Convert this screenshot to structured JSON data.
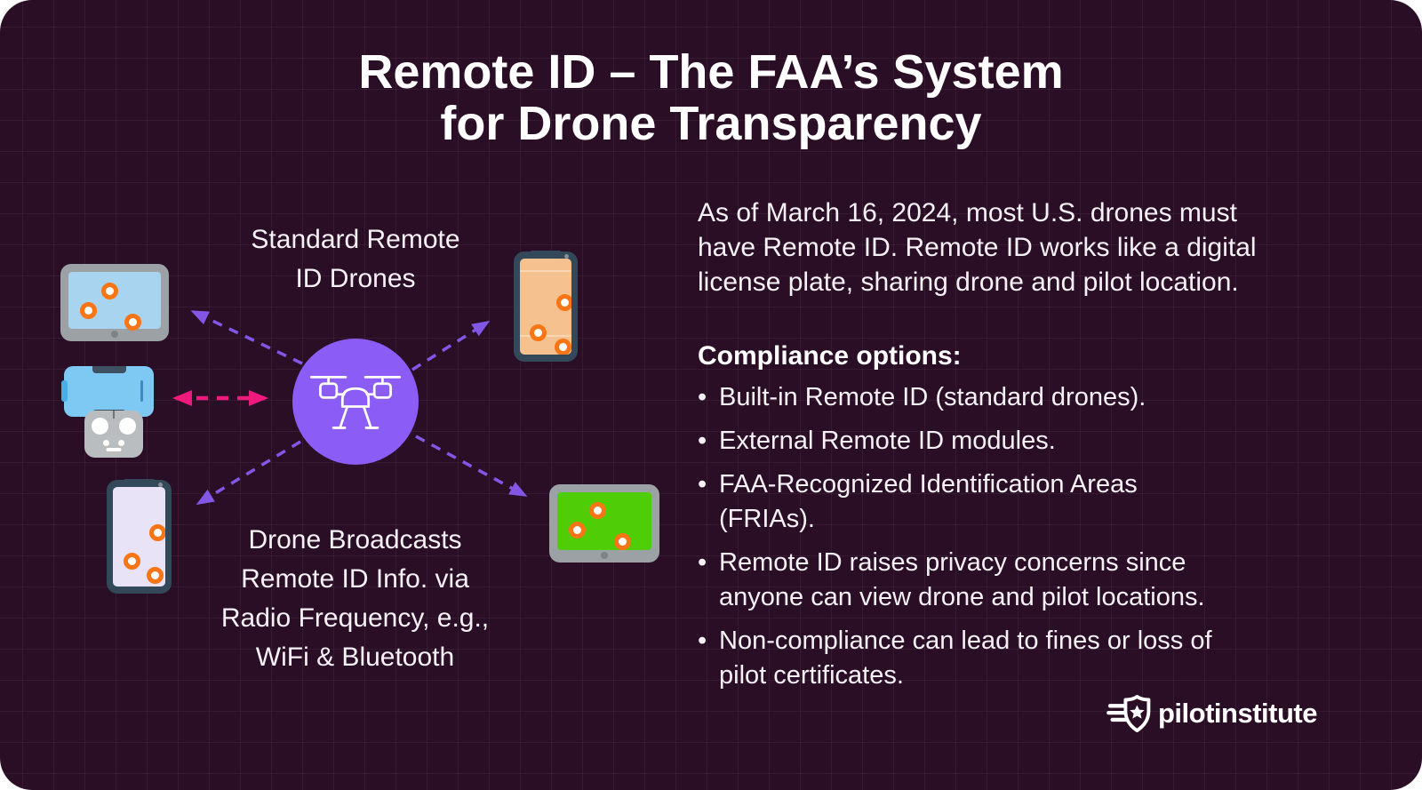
{
  "title": {
    "lines": [
      "Remote ID – The FAA’s System",
      "for Drone Transparency"
    ]
  },
  "diagram": {
    "top_label": {
      "lines": [
        "Standard Remote",
        "ID Drones"
      ]
    },
    "bottom_label": {
      "lines": [
        "Drone Broadcasts",
        "Remote ID Info. via",
        "Radio Frequency, e.g.,",
        "WiFi & Bluetooth"
      ]
    },
    "center_icon": "drone-icon",
    "devices": [
      {
        "icon": "tablet-icon",
        "variant": "blue-screen-tablet"
      },
      {
        "icon": "drone-controller-with-phone-icon",
        "variant": "controller"
      },
      {
        "icon": "smartphone-icon",
        "variant": "lavender-screen-phone"
      },
      {
        "icon": "smartphone-icon",
        "variant": "peach-screen-phone"
      },
      {
        "icon": "tablet-icon",
        "variant": "green-screen-tablet"
      }
    ],
    "arrows": [
      {
        "name": "arrow-to-blue-tablet",
        "color": "#8257E5",
        "style": "dashed",
        "heads": 1
      },
      {
        "name": "arrow-controller-bidirectional",
        "color": "#EE1A7E",
        "style": "dashed",
        "heads": 2
      },
      {
        "name": "arrow-to-lavender-phone",
        "color": "#8257E5",
        "style": "dashed",
        "heads": 1
      },
      {
        "name": "arrow-to-peach-phone",
        "color": "#8257E5",
        "style": "dashed",
        "heads": 1
      },
      {
        "name": "arrow-to-green-tablet",
        "color": "#8257E5",
        "style": "dashed",
        "heads": 1
      }
    ]
  },
  "content": {
    "intro_lines": [
      "As of March 16, 2024, most U.S. drones must",
      "have Remote ID. Remote ID works like a digital",
      "license plate, sharing drone and pilot location."
    ],
    "heading": "Compliance options:",
    "bullet_char": "•",
    "bullets": [
      {
        "lines": [
          "Built-in Remote ID (standard drones)."
        ]
      },
      {
        "lines": [
          "External Remote ID modules."
        ]
      },
      {
        "lines": [
          "FAA-Recognized Identification Areas",
          "(FRIAs)."
        ]
      },
      {
        "lines": [
          "Remote ID raises privacy concerns since",
          "anyone can view drone and pilot locations."
        ]
      },
      {
        "lines": [
          "Non-compliance can lead to fines or loss of",
          "pilot certificates."
        ]
      }
    ]
  },
  "logo": {
    "text": "pilotinstitute",
    "icon": "winged-shield-star-icon"
  },
  "colors": {
    "card_bg": "#2A0E26",
    "accent_purple": "#8B5CF6",
    "arrow_purple": "#8257E5",
    "arrow_pink": "#EE1A7E",
    "marker_orange": "#F97516",
    "screen_blue": "#A9D4F0",
    "screen_green": "#4FCE07",
    "screen_peach": "#F5C28F",
    "screen_lavender": "#E9E3F7",
    "text": "#F5F1F4"
  }
}
